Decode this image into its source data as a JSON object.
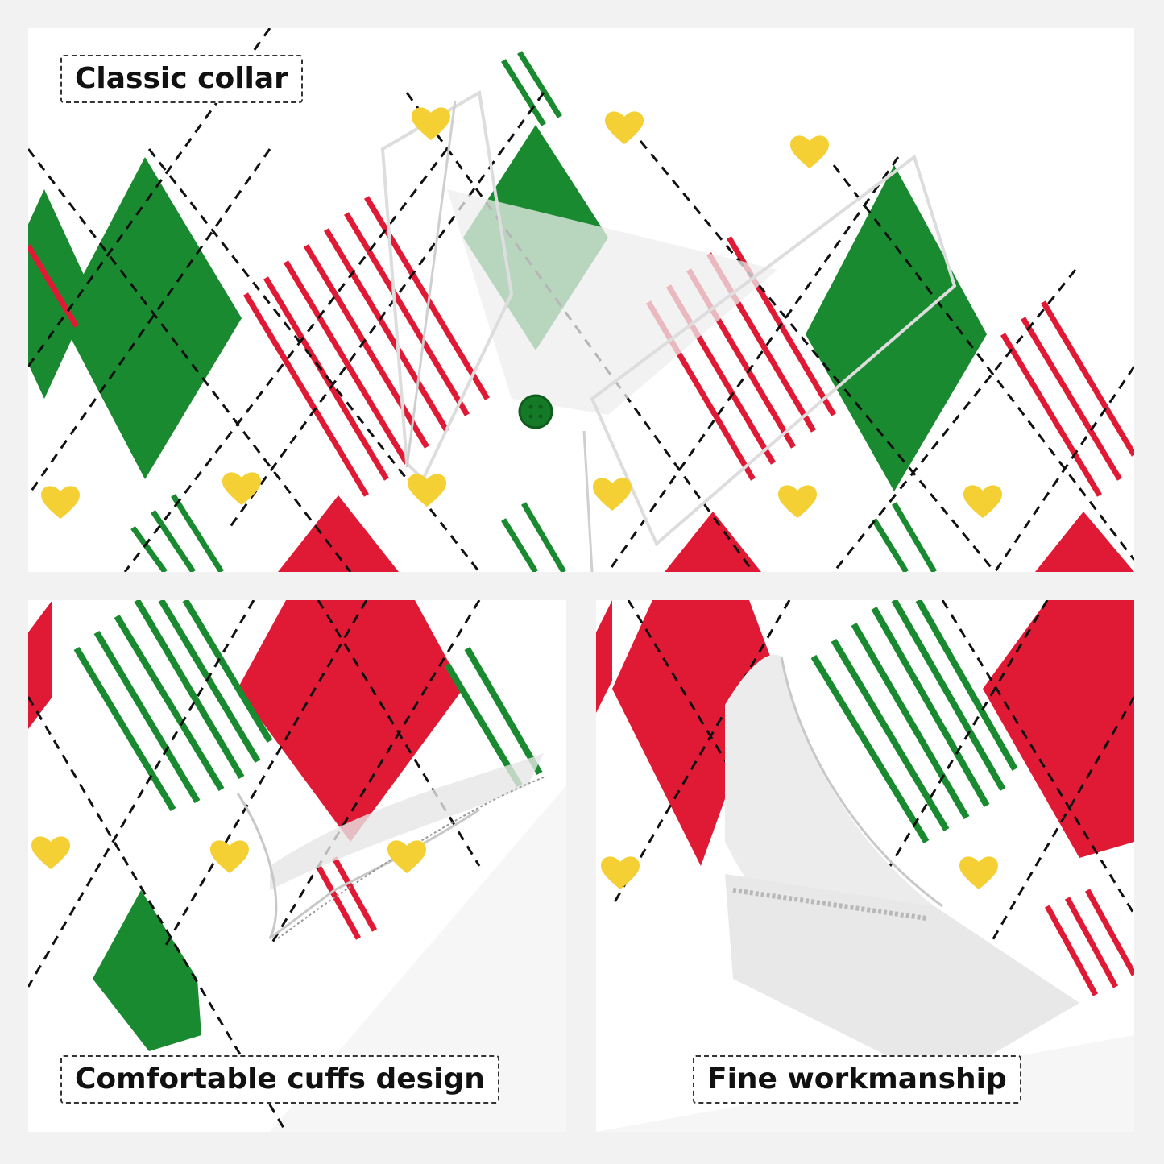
{
  "labels": {
    "collar": "Classic collar",
    "cuffs": "Comfortable cuffs design",
    "workmanship": "Fine workmanship"
  },
  "colors": {
    "background": "#f2f2f2",
    "fabric_white": "#ffffff",
    "argyle_green": "#1a8a30",
    "argyle_red": "#e01a35",
    "heart_yellow": "#f5d035",
    "stitch_black": "#111111",
    "label_border": "#333333"
  },
  "pattern": {
    "motif": "argyle",
    "icons": [
      "heart-icon",
      "button-icon"
    ]
  }
}
